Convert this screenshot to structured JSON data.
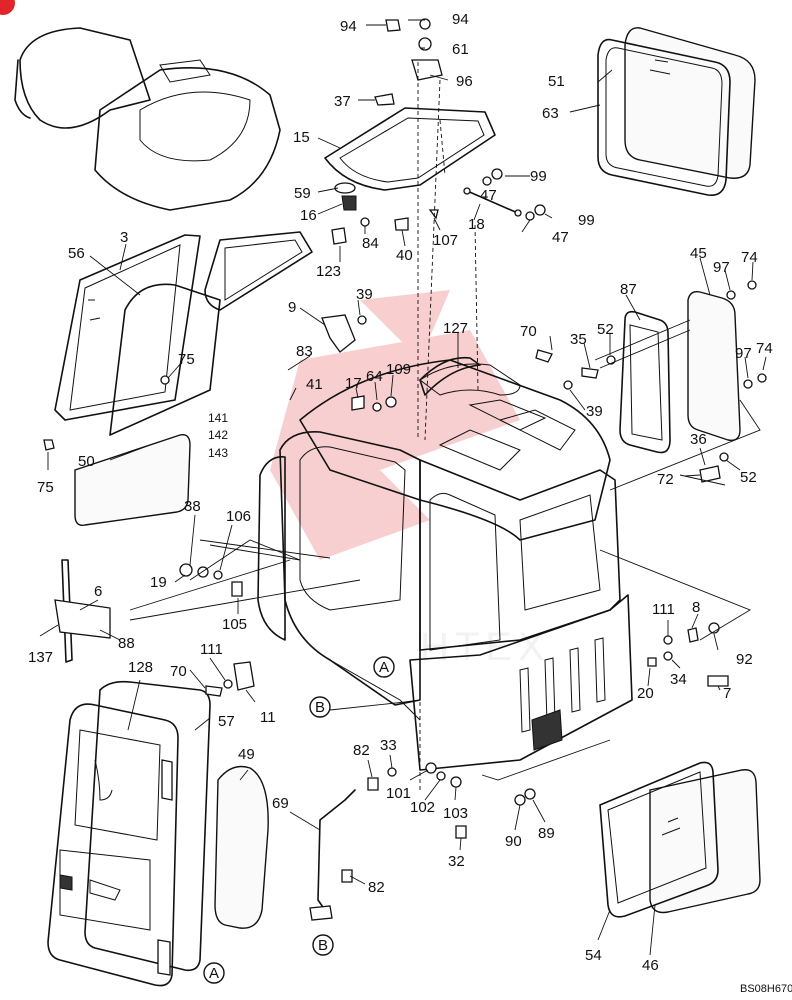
{
  "diagram": {
    "code": "BS08H670",
    "watermark": "HTEX",
    "parts": {
      "p94a": "94",
      "p94b": "94",
      "p61": "61",
      "p96": "96",
      "p37": "37",
      "p15": "15",
      "p59": "59",
      "p16": "16",
      "p84": "84",
      "p40": "40",
      "p107": "107",
      "p18": "18",
      "p99a": "99",
      "p47a": "47",
      "p99b": "99",
      "p47b": "47",
      "p123": "123",
      "p51": "51",
      "p63": "63",
      "p3": "3",
      "p56": "56",
      "p75a": "75",
      "p75b": "75",
      "p50": "50",
      "p9": "9",
      "p39a": "39",
      "p83": "83",
      "p41": "41",
      "p17": "17",
      "p64": "64",
      "p109": "109",
      "p127": "127",
      "p70a": "70",
      "p35": "35",
      "p52a": "52",
      "p39b": "39",
      "p87": "87",
      "p45": "45",
      "p97a": "97",
      "p74a": "74",
      "p97b": "97",
      "p74b": "74",
      "p36": "36",
      "p72": "72",
      "p52b": "52",
      "p141": "141",
      "p142": "142",
      "p143": "143",
      "p38": "38",
      "p106": "106",
      "p19": "19",
      "p105": "105",
      "p6": "6",
      "p137": "137",
      "p88": "88",
      "p111a": "111",
      "p70b": "70",
      "p11": "11",
      "p128": "128",
      "p57": "57",
      "p49": "49",
      "p82a": "82",
      "p33": "33",
      "p101": "101",
      "p102": "102",
      "p103": "103",
      "p32": "32",
      "p90": "90",
      "p89": "89",
      "p69": "69",
      "p82b": "82",
      "p111b": "111",
      "p8": "8",
      "p92": "92",
      "p34": "34",
      "p20": "20",
      "p7": "7",
      "p54": "54",
      "p46": "46"
    },
    "callouts": {
      "a1": "A",
      "b1": "B",
      "a2": "A",
      "b2": "B"
    }
  }
}
